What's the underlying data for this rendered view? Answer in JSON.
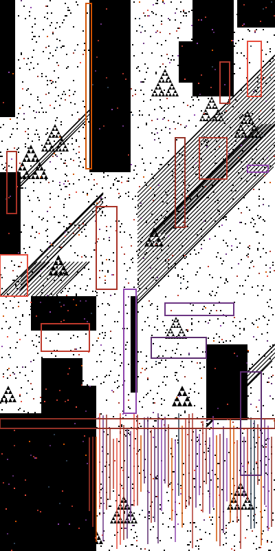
{
  "palette": {
    "background": "#ffffff",
    "ink": "#000000",
    "accents": [
      "#c0392b",
      "#e74c3c",
      "#8e44ad",
      "#6c3483",
      "#d35400",
      "#a93226",
      "#5b2c6f",
      "#2c3e50",
      "#b03a2e",
      "#943126"
    ]
  },
  "motifs": [
    "sierpinski-triangles",
    "diagonal-hatching",
    "pixel-noise",
    "vertical-stripes",
    "pipe-outlines"
  ]
}
